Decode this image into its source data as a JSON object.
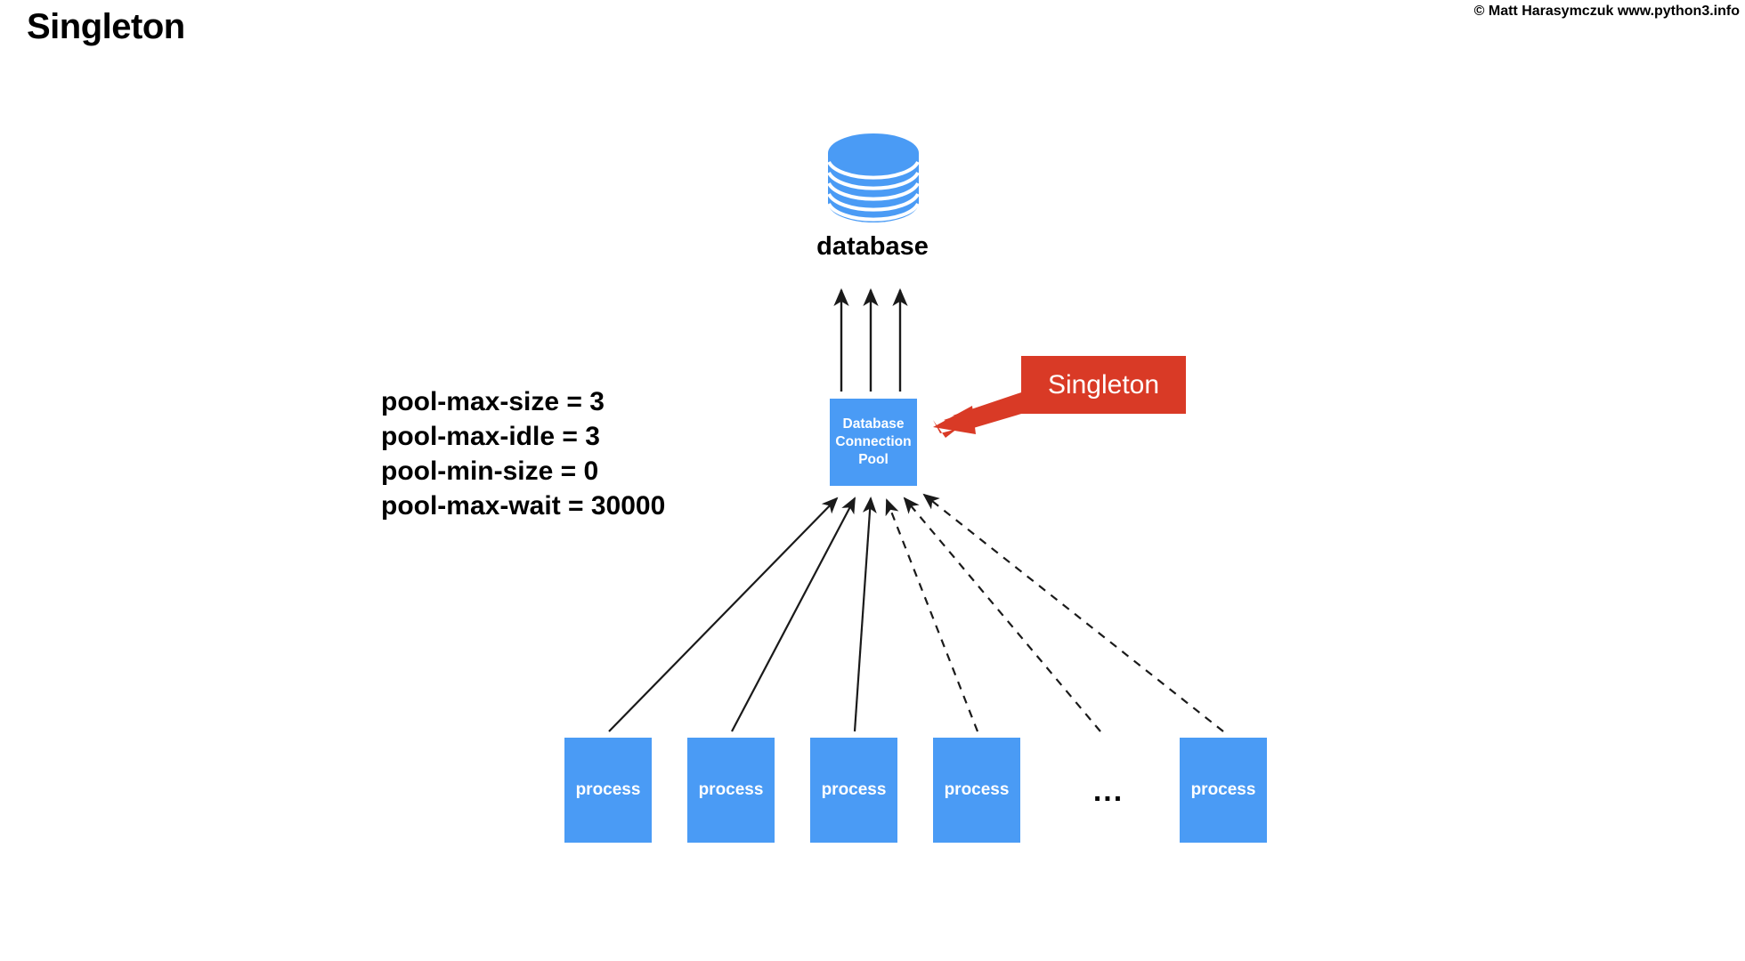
{
  "header": {
    "title": "Singleton",
    "copyright": "© Matt Harasymczuk www.python3.info"
  },
  "colors": {
    "background": "#ffffff",
    "node_blue": "#4a9bf5",
    "callout_red": "#d93a26",
    "text_black": "#000000",
    "text_white": "#ffffff",
    "arrow_black": "#1a1a1a"
  },
  "diagram": {
    "type": "architecture-diagram",
    "database": {
      "icon": "database-cylinder-icon",
      "label": "database",
      "color": "#4a9bf5"
    },
    "pool": {
      "label": "Database\nConnection\nPool",
      "label_lines": [
        "Database",
        "Connection",
        "Pool"
      ],
      "color": "#4a9bf5"
    },
    "callout": {
      "label": "Singleton",
      "color": "#d93a26",
      "arrow": "thick-red-arrow-pointing-left-to-pool"
    },
    "config": {
      "lines": [
        "pool-max-size = 3",
        "pool-max-idle = 3",
        "pool-min-size = 0",
        "pool-max-wait = 30000"
      ],
      "settings": [
        {
          "key": "pool-max-size",
          "value": "3"
        },
        {
          "key": "pool-max-idle",
          "value": "3"
        },
        {
          "key": "pool-min-size",
          "value": "0"
        },
        {
          "key": "pool-max-wait",
          "value": "30000"
        }
      ]
    },
    "processes": [
      {
        "label": "process",
        "connection": "solid"
      },
      {
        "label": "process",
        "connection": "solid"
      },
      {
        "label": "process",
        "connection": "solid"
      },
      {
        "label": "process",
        "connection": "dashed"
      },
      {
        "label": "process",
        "connection": "dashed"
      }
    ],
    "ellipsis": "...",
    "pool_to_database_arrows": 3,
    "process_to_pool_arrows": {
      "solid": 3,
      "dashed": 3
    }
  }
}
